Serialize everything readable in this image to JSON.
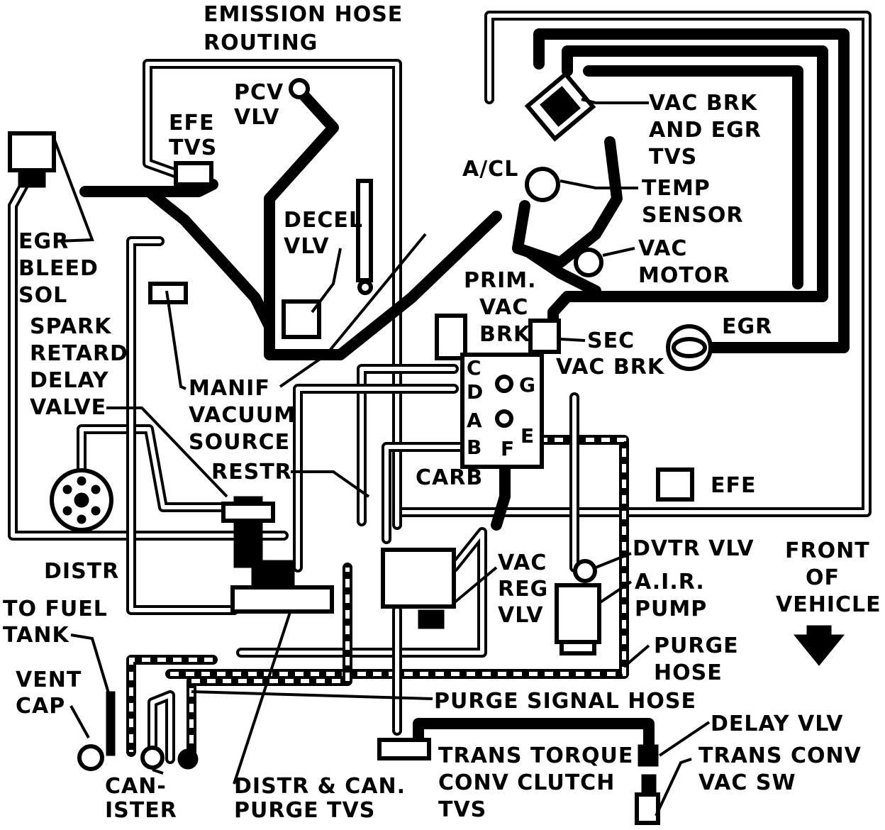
{
  "title": [
    "EMISSION HOSE",
    "ROUTING"
  ],
  "labels": {
    "pcv_vlv": [
      "PCV",
      "VLV"
    ],
    "efe_tvs": [
      "EFE",
      "TVS"
    ],
    "decel_vlv": [
      "DECEL",
      "VLV"
    ],
    "egr_bleed_sol": [
      "EGR",
      "BLEED",
      "SOL"
    ],
    "spark_retard_delay_valve": [
      "SPARK",
      "RETARD",
      "DELAY",
      "VALVE"
    ],
    "manif_vacuum_source": [
      "MANIF",
      "VACUUM",
      "SOURCE"
    ],
    "restr": "RESTR",
    "distr": "DISTR",
    "to_fuel_tank": [
      "TO FUEL",
      "TANK"
    ],
    "vent_cap": [
      "VENT",
      "CAP"
    ],
    "canister": [
      "CAN-",
      "ISTER"
    ],
    "distr_can_purge_tvs": [
      "DISTR & CAN.",
      "PURGE TVS"
    ],
    "vac_brk_egr_tvs": [
      "VAC BRK",
      "AND EGR",
      "TVS"
    ],
    "a_cl": "A/CL",
    "temp_sensor": [
      "TEMP",
      "SENSOR"
    ],
    "vac_motor": [
      "VAC",
      "MOTOR"
    ],
    "prim_vac_brk": [
      "PRIM.",
      "VAC",
      "BRK"
    ],
    "sec_vac_brk": [
      "SEC",
      "VAC BRK"
    ],
    "egr": "EGR",
    "carb": "CARB",
    "efe": "EFE",
    "vac_reg_vlv": [
      "VAC",
      "REG",
      "VLV"
    ],
    "dvtr_vlv": "DVTR VLV",
    "air_pump": [
      "A.I.R.",
      "PUMP"
    ],
    "front_of_vehicle": [
      "FRONT",
      "OF",
      "VEHICLE"
    ],
    "purge_hose": [
      "PURGE",
      "HOSE"
    ],
    "purge_signal_hose": "PURGE SIGNAL HOSE",
    "delay_vlv": "DELAY VLV",
    "trans_torque_conv_clutch_tvs": [
      "TRANS TORQUE",
      "CONV CLUTCH",
      "TVS"
    ],
    "trans_conv_vac_sw": [
      "TRANS CONV",
      "VAC SW"
    ]
  },
  "carb_ports": {
    "c": "C",
    "d": "D",
    "a": "A",
    "b": "B",
    "g": "G",
    "e": "E",
    "f": "F"
  }
}
